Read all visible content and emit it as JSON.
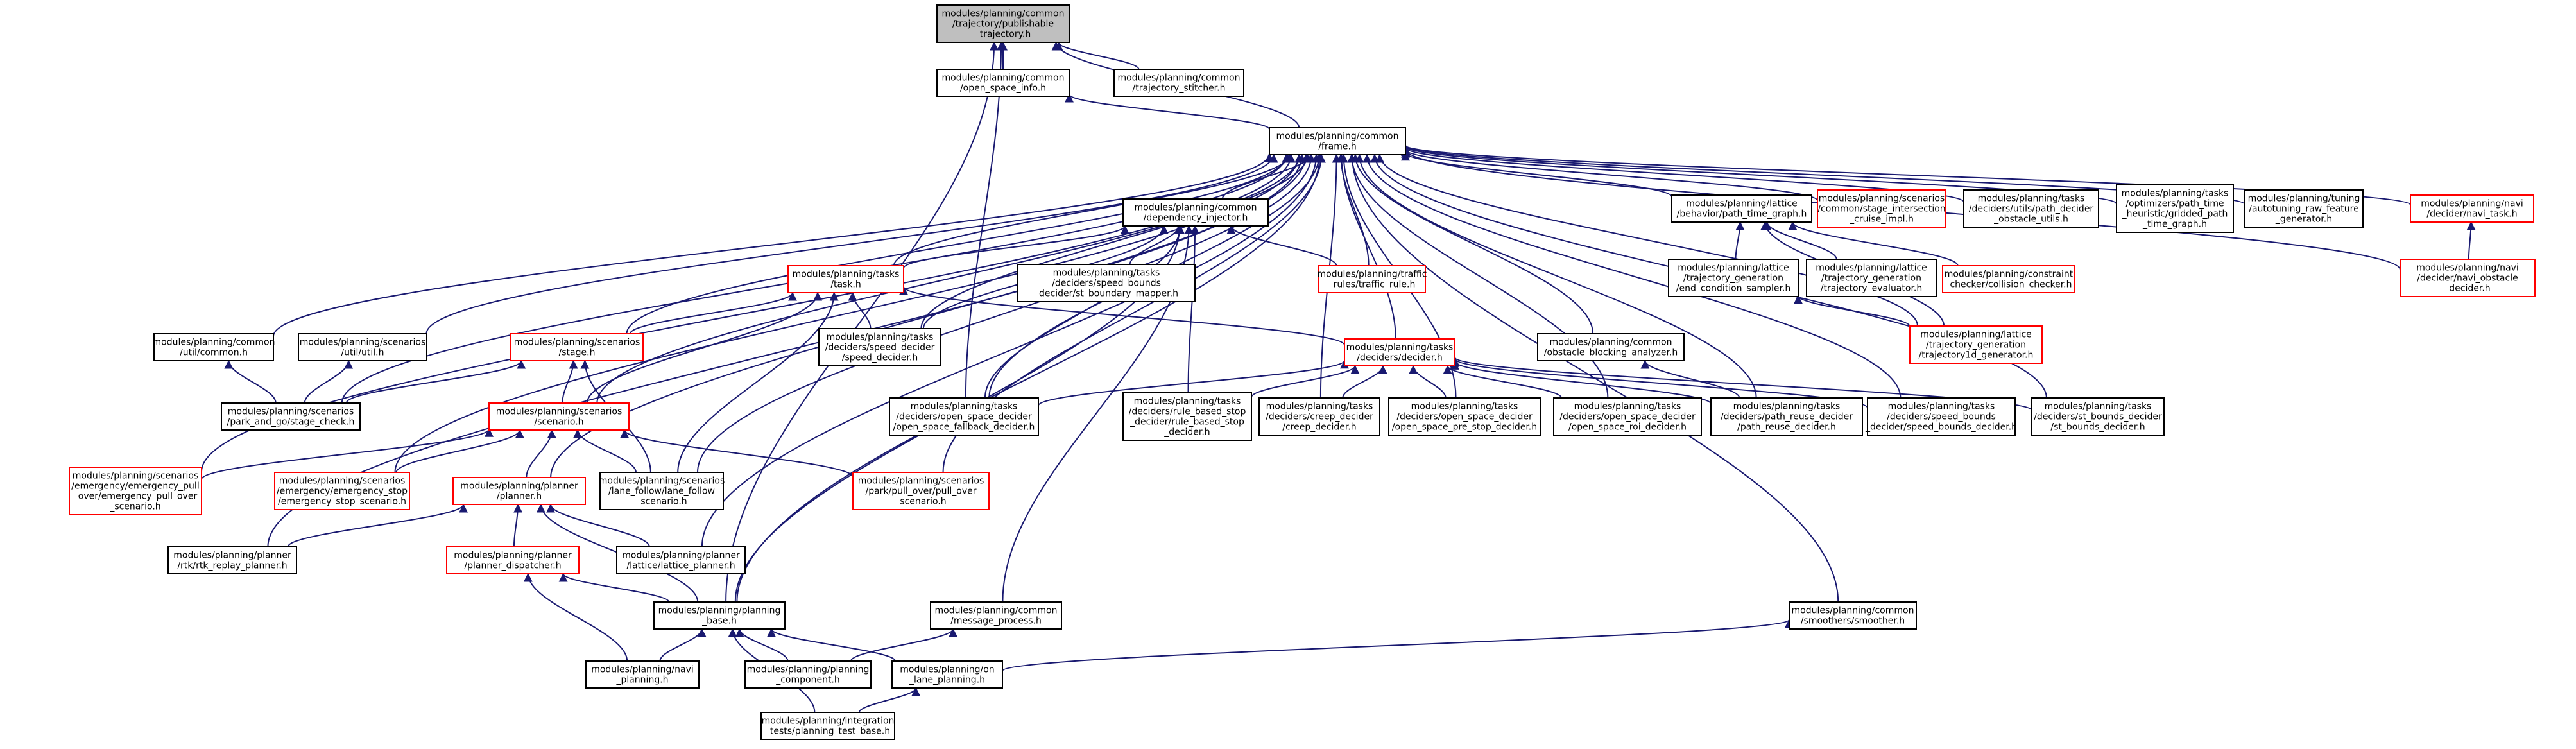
{
  "graph": {
    "colors": {
      "edge": "#191970",
      "border_default": "#000000",
      "border_red": "#ff0000",
      "fill_default": "#ffffff",
      "fill_root": "#bfbfbf"
    },
    "nodes": [
      {
        "id": "root",
        "style": "root",
        "lines": [
          "modules/planning/common",
          "/trajectory/publishable",
          "_trajectory.h"
        ]
      },
      {
        "id": "osi",
        "style": "default",
        "lines": [
          "modules/planning/common",
          "/open_space_info.h"
        ]
      },
      {
        "id": "tstitch",
        "style": "default",
        "lines": [
          "modules/planning/common",
          "/trajectory_stitcher.h"
        ]
      },
      {
        "id": "frame",
        "style": "default",
        "lines": [
          "modules/planning/common",
          "/frame.h"
        ]
      },
      {
        "id": "depinj",
        "style": "default",
        "lines": [
          "modules/planning/common",
          "/dependency_injector.h"
        ]
      },
      {
        "id": "task",
        "style": "red",
        "lines": [
          "modules/planning/tasks",
          "/task.h"
        ]
      },
      {
        "id": "stbm",
        "style": "default",
        "lines": [
          "modules/planning/tasks",
          "/deciders/speed_bounds",
          "_decider/st_boundary_mapper.h"
        ]
      },
      {
        "id": "traffic",
        "style": "red",
        "lines": [
          "modules/planning/traffic",
          "_rules/traffic_rule.h"
        ]
      },
      {
        "id": "ptg",
        "style": "default",
        "lines": [
          "modules/planning/lattice",
          "/behavior/path_time_graph.h"
        ]
      },
      {
        "id": "sicimpl",
        "style": "red",
        "lines": [
          "modules/planning/scenarios",
          "/common/stage_intersection",
          "_cruise_impl.h"
        ]
      },
      {
        "id": "pdou",
        "style": "default",
        "lines": [
          "modules/planning/tasks",
          "/deciders/utils/path_decider",
          "_obstacle_utils.h"
        ]
      },
      {
        "id": "gridded",
        "style": "default",
        "lines": [
          "modules/planning/tasks",
          "/optimizers/path_time",
          "_heuristic/gridded_path",
          "_time_graph.h"
        ]
      },
      {
        "id": "autotune",
        "style": "default",
        "lines": [
          "modules/planning/tuning",
          "/autotuning_raw_feature",
          "_generator.h"
        ]
      },
      {
        "id": "navitask",
        "style": "red",
        "lines": [
          "modules/planning/navi",
          "/decider/navi_task.h"
        ]
      },
      {
        "id": "naviobs",
        "style": "red",
        "lines": [
          "modules/planning/navi",
          "/decider/navi_obstacle",
          "_decider.h"
        ]
      },
      {
        "id": "ecs",
        "style": "default",
        "lines": [
          "modules/planning/lattice",
          "/trajectory_generation",
          "/end_condition_sampler.h"
        ]
      },
      {
        "id": "teval",
        "style": "default",
        "lines": [
          "modules/planning/lattice",
          "/trajectory_generation",
          "/trajectory_evaluator.h"
        ]
      },
      {
        "id": "collision",
        "style": "red",
        "lines": [
          "modules/planning/constraint",
          "_checker/collision_checker.h"
        ]
      },
      {
        "id": "t1dgen",
        "style": "red",
        "lines": [
          "modules/planning/lattice",
          "/trajectory_generation",
          "/trajectory1d_generator.h"
        ]
      },
      {
        "id": "commonutil",
        "style": "default",
        "lines": [
          "modules/planning/common",
          "/util/common.h"
        ]
      },
      {
        "id": "scenutil",
        "style": "default",
        "lines": [
          "modules/planning/scenarios",
          "/util/util.h"
        ]
      },
      {
        "id": "stage",
        "style": "red",
        "lines": [
          "modules/planning/scenarios",
          "/stage.h"
        ]
      },
      {
        "id": "sdec",
        "style": "default",
        "lines": [
          "modules/planning/tasks",
          "/deciders/speed_decider",
          "/speed_decider.h"
        ]
      },
      {
        "id": "decider",
        "style": "red",
        "lines": [
          "modules/planning/tasks",
          "/deciders/decider.h"
        ]
      },
      {
        "id": "oba",
        "style": "default",
        "lines": [
          "modules/planning/common",
          "/obstacle_blocking_analyzer.h"
        ]
      },
      {
        "id": "parkcheck",
        "style": "default",
        "lines": [
          "modules/planning/scenarios",
          "/park_and_go/stage_check.h"
        ]
      },
      {
        "id": "scenario",
        "style": "red",
        "lines": [
          "modules/planning/scenarios",
          "/scenario.h"
        ]
      },
      {
        "id": "osfallback",
        "style": "default",
        "lines": [
          "modules/planning/tasks",
          "/deciders/open_space_decider",
          "/open_space_fallback_decider.h"
        ]
      },
      {
        "id": "rbsd",
        "style": "default",
        "lines": [
          "modules/planning/tasks",
          "/deciders/rule_based_stop",
          "_decider/rule_based_stop",
          "_decider.h"
        ]
      },
      {
        "id": "creep",
        "style": "default",
        "lines": [
          "modules/planning/tasks",
          "/deciders/creep_decider",
          "/creep_decider.h"
        ]
      },
      {
        "id": "ospre",
        "style": "default",
        "lines": [
          "modules/planning/tasks",
          "/deciders/open_space_decider",
          "/open_space_pre_stop_decider.h"
        ]
      },
      {
        "id": "osroi",
        "style": "default",
        "lines": [
          "modules/planning/tasks",
          "/deciders/open_space_decider",
          "/open_space_roi_decider.h"
        ]
      },
      {
        "id": "pathreuse",
        "style": "default",
        "lines": [
          "modules/planning/tasks",
          "/deciders/path_reuse_decider",
          "/path_reuse_decider.h"
        ]
      },
      {
        "id": "sbd",
        "style": "default",
        "lines": [
          "modules/planning/tasks",
          "/deciders/speed_bounds",
          "_decider/speed_bounds_decider.h"
        ]
      },
      {
        "id": "stbd",
        "style": "default",
        "lines": [
          "modules/planning/tasks",
          "/deciders/st_bounds_decider",
          "/st_bounds_decider.h"
        ]
      },
      {
        "id": "emergpull",
        "style": "red",
        "lines": [
          "modules/planning/scenarios",
          "/emergency/emergency_pull",
          "_over/emergency_pull_over",
          "_scenario.h"
        ]
      },
      {
        "id": "emergstop",
        "style": "red",
        "lines": [
          "modules/planning/scenarios",
          "/emergency/emergency_stop",
          "/emergency_stop_scenario.h"
        ]
      },
      {
        "id": "planner",
        "style": "red",
        "lines": [
          "modules/planning/planner",
          "/planner.h"
        ]
      },
      {
        "id": "lanefollow",
        "style": "default",
        "lines": [
          "modules/planning/scenarios",
          "/lane_follow/lane_follow",
          "_scenario.h"
        ]
      },
      {
        "id": "pullover",
        "style": "red",
        "lines": [
          "modules/planning/scenarios",
          "/park/pull_over/pull_over",
          "_scenario.h"
        ]
      },
      {
        "id": "rtk",
        "style": "default",
        "lines": [
          "modules/planning/planner",
          "/rtk/rtk_replay_planner.h"
        ]
      },
      {
        "id": "dispatcher",
        "style": "red",
        "lines": [
          "modules/planning/planner",
          "/planner_dispatcher.h"
        ]
      },
      {
        "id": "lattice",
        "style": "default",
        "lines": [
          "modules/planning/planner",
          "/lattice/lattice_planner.h"
        ]
      },
      {
        "id": "pbase",
        "style": "default",
        "lines": [
          "modules/planning/planning",
          "_base.h"
        ]
      },
      {
        "id": "msgproc",
        "style": "default",
        "lines": [
          "modules/planning/common",
          "/message_process.h"
        ]
      },
      {
        "id": "smoother",
        "style": "default",
        "lines": [
          "modules/planning/common",
          "/smoothers/smoother.h"
        ]
      },
      {
        "id": "navip",
        "style": "default",
        "lines": [
          "modules/planning/navi",
          "_planning.h"
        ]
      },
      {
        "id": "pcomp",
        "style": "default",
        "lines": [
          "modules/planning/planning",
          "_component.h"
        ]
      },
      {
        "id": "onlane",
        "style": "default",
        "lines": [
          "modules/planning/on",
          "_lane_planning.h"
        ]
      },
      {
        "id": "ptb",
        "style": "default",
        "lines": [
          "modules/planning/integration",
          "_tests/planning_test_base.h"
        ]
      }
    ],
    "edges": [
      [
        "osi",
        "root"
      ],
      [
        "tstitch",
        "root"
      ],
      [
        "frame",
        "root"
      ],
      [
        "pbase",
        "root"
      ],
      [
        "osfallback",
        "root"
      ],
      [
        "frame",
        "osi"
      ],
      [
        "depinj",
        "frame"
      ],
      [
        "task",
        "frame"
      ],
      [
        "traffic",
        "frame"
      ],
      [
        "ptg",
        "frame"
      ],
      [
        "sicimpl",
        "frame"
      ],
      [
        "pdou",
        "frame"
      ],
      [
        "gridded",
        "frame"
      ],
      [
        "autotune",
        "frame"
      ],
      [
        "navitask",
        "frame"
      ],
      [
        "naviobs",
        "frame"
      ],
      [
        "commonutil",
        "frame"
      ],
      [
        "scenutil",
        "frame"
      ],
      [
        "stage",
        "frame"
      ],
      [
        "sdec",
        "frame"
      ],
      [
        "decider",
        "frame"
      ],
      [
        "oba",
        "frame"
      ],
      [
        "parkcheck",
        "frame"
      ],
      [
        "scenario",
        "frame"
      ],
      [
        "osfallback",
        "frame"
      ],
      [
        "creep",
        "frame"
      ],
      [
        "ospre",
        "frame"
      ],
      [
        "osroi",
        "frame"
      ],
      [
        "pathreuse",
        "frame"
      ],
      [
        "sbd",
        "frame"
      ],
      [
        "stbd",
        "frame"
      ],
      [
        "emergpull",
        "frame"
      ],
      [
        "emergstop",
        "frame"
      ],
      [
        "planner",
        "frame"
      ],
      [
        "lanefollow",
        "frame"
      ],
      [
        "pullover",
        "frame"
      ],
      [
        "rtk",
        "frame"
      ],
      [
        "lattice",
        "frame"
      ],
      [
        "pbase",
        "frame"
      ],
      [
        "smoother",
        "frame"
      ],
      [
        "t1dgen",
        "frame"
      ],
      [
        "task",
        "depinj"
      ],
      [
        "stbm",
        "depinj"
      ],
      [
        "traffic",
        "depinj"
      ],
      [
        "sdec",
        "depinj"
      ],
      [
        "osfallback",
        "depinj"
      ],
      [
        "rbsd",
        "depinj"
      ],
      [
        "msgproc",
        "depinj"
      ],
      [
        "pbase",
        "depinj"
      ],
      [
        "stage",
        "task"
      ],
      [
        "sdec",
        "task"
      ],
      [
        "decider",
        "task"
      ],
      [
        "scenario",
        "task"
      ],
      [
        "lanefollow",
        "task"
      ],
      [
        "ecs",
        "ptg"
      ],
      [
        "teval",
        "ptg"
      ],
      [
        "collision",
        "ptg"
      ],
      [
        "t1dgen",
        "ptg"
      ],
      [
        "naviobs",
        "navitask"
      ],
      [
        "t1dgen",
        "ecs"
      ],
      [
        "parkcheck",
        "commonutil"
      ],
      [
        "parkcheck",
        "scenutil"
      ],
      [
        "parkcheck",
        "stage"
      ],
      [
        "scenario",
        "stage"
      ],
      [
        "lanefollow",
        "stage"
      ],
      [
        "osfallback",
        "decider"
      ],
      [
        "rbsd",
        "decider"
      ],
      [
        "creep",
        "decider"
      ],
      [
        "ospre",
        "decider"
      ],
      [
        "osroi",
        "decider"
      ],
      [
        "pathreuse",
        "decider"
      ],
      [
        "sbd",
        "decider"
      ],
      [
        "stbd",
        "decider"
      ],
      [
        "pathreuse",
        "oba"
      ],
      [
        "emergpull",
        "scenario"
      ],
      [
        "emergstop",
        "scenario"
      ],
      [
        "planner",
        "scenario"
      ],
      [
        "lanefollow",
        "scenario"
      ],
      [
        "pullover",
        "scenario"
      ],
      [
        "rtk",
        "planner"
      ],
      [
        "dispatcher",
        "planner"
      ],
      [
        "lattice",
        "planner"
      ],
      [
        "pbase",
        "planner"
      ],
      [
        "pbase",
        "dispatcher"
      ],
      [
        "navip",
        "dispatcher"
      ],
      [
        "navip",
        "pbase"
      ],
      [
        "pcomp",
        "pbase"
      ],
      [
        "onlane",
        "pbase"
      ],
      [
        "ptb",
        "pbase"
      ],
      [
        "pcomp",
        "msgproc"
      ],
      [
        "onlane",
        "smoother"
      ],
      [
        "ptb",
        "onlane"
      ]
    ]
  }
}
